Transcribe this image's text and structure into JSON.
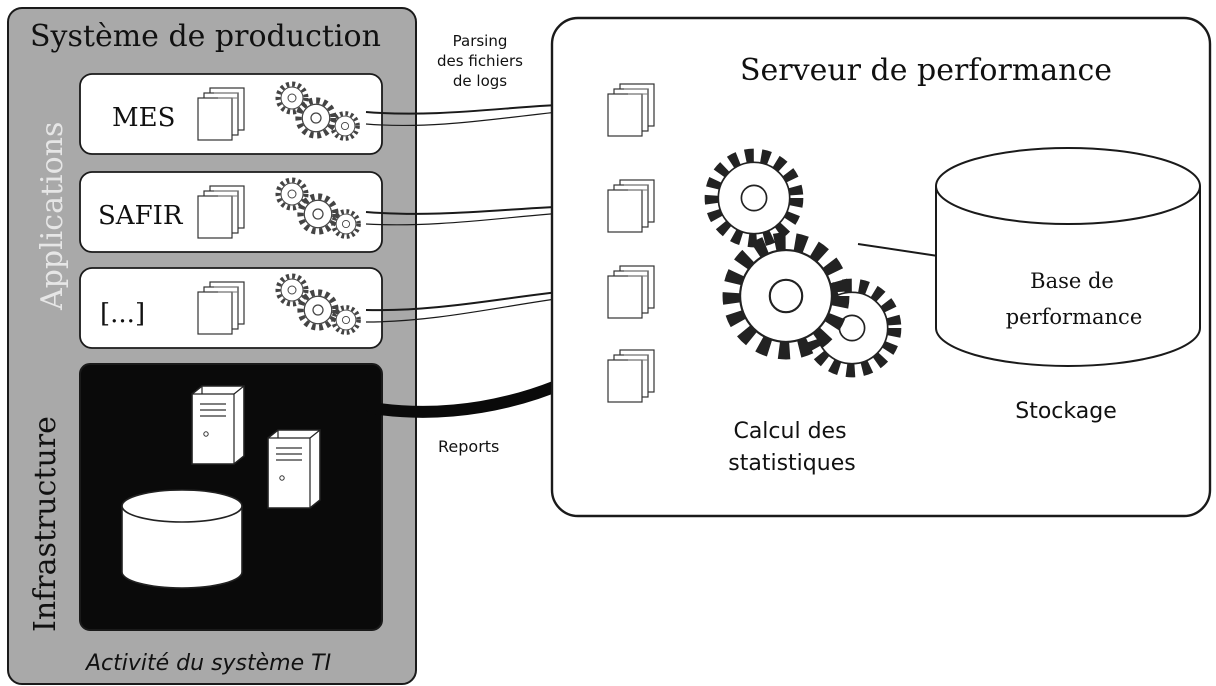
{
  "production_system": {
    "title": "Système de production",
    "applications_label": "Applications",
    "infrastructure_label": "Infrastructure",
    "footer": "Activité du système TI",
    "apps": [
      "MES",
      "SAFIR",
      "[...]"
    ]
  },
  "flows": {
    "parsing_line1": "Parsing",
    "parsing_line2": "des fichiers",
    "parsing_line3": "de logs",
    "reports": "Reports"
  },
  "performance_server": {
    "title": "Serveur de performance",
    "calc_line1": "Calcul des",
    "calc_line2": "statistiques",
    "storage": "Stockage",
    "db_line1": "Base de",
    "db_line2": "performance"
  },
  "colors": {
    "panel_gray": "#a9a9a9",
    "box_white": "#ffffff",
    "infra_black": "#0a0a0a",
    "stroke": "#1a1a1a"
  }
}
